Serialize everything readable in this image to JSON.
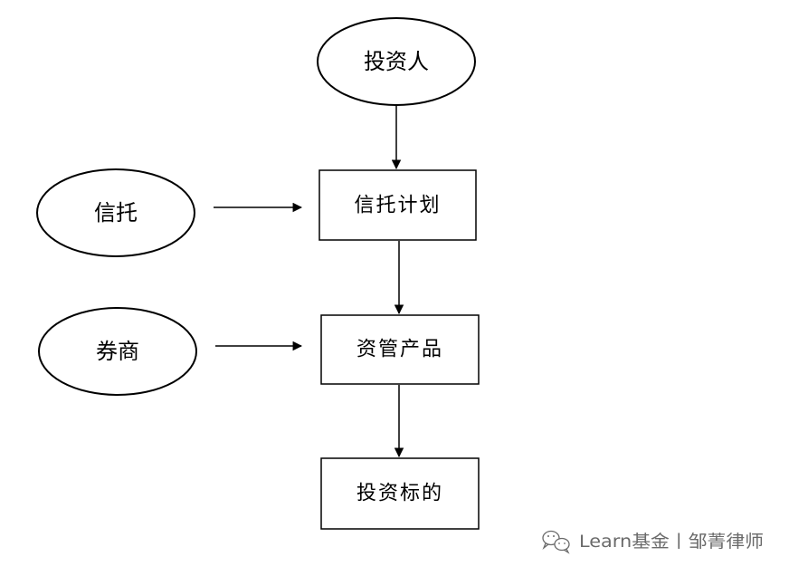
{
  "nodes": {
    "investor": "投资人",
    "trust": "信托",
    "broker": "券商",
    "trust_plan": "信托计划",
    "asset_mgmt_product": "资管产品",
    "investment_target": "投资标的"
  },
  "watermark": {
    "text": "Learn基金丨邹菁律师",
    "icon": "wechat-icon",
    "color": "#6a6a6a"
  },
  "colors": {
    "stroke": "#000000",
    "background": "#ffffff"
  }
}
